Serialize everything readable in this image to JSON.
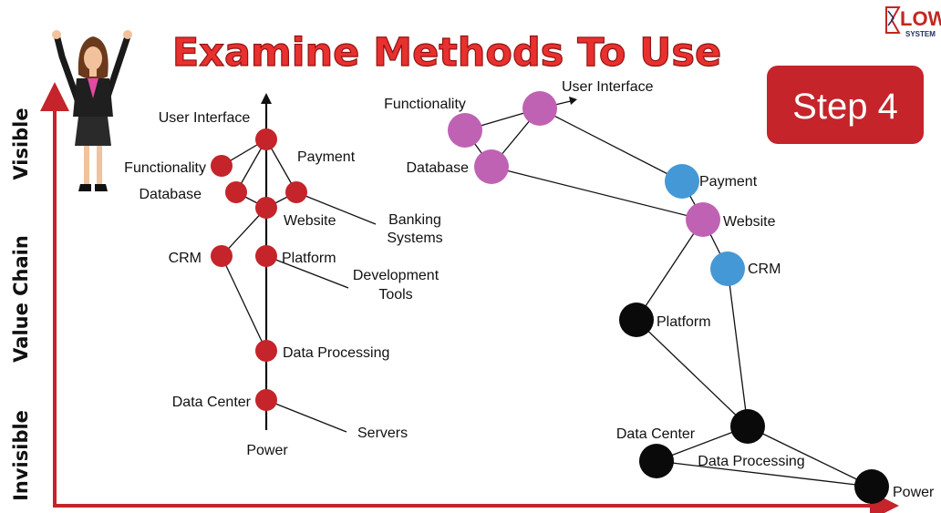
{
  "title": "Examine Methods To Use",
  "step_badge": "Step 4",
  "logo": {
    "main": "LOW",
    "sub": "SYSTEM"
  },
  "axis": {
    "visible": "Visible",
    "value_chain": "Value Chain",
    "invisible": "Invisible"
  },
  "colors": {
    "red": "#c4242a",
    "magenta": "#c062b4",
    "blue": "#4598d6",
    "black": "#0a0a0a",
    "title": "#e8302e",
    "badge": "#c4242a"
  },
  "left_map": {
    "axis_bottom_label": "Power",
    "nodes": [
      {
        "id": "user-interface",
        "label": "User Interface"
      },
      {
        "id": "functionality",
        "label": "Functionality"
      },
      {
        "id": "database",
        "label": "Database"
      },
      {
        "id": "payment",
        "label": "Payment"
      },
      {
        "id": "website",
        "label": "Website"
      },
      {
        "id": "crm",
        "label": "CRM"
      },
      {
        "id": "platform",
        "label": "Platform"
      },
      {
        "id": "data-processing",
        "label": "Data Processing"
      },
      {
        "id": "data-center",
        "label": "Data Center"
      }
    ],
    "extra_labels": [
      {
        "id": "banking",
        "lines": [
          "Banking",
          "Systems"
        ]
      },
      {
        "id": "dev-tools",
        "lines": [
          "Development",
          "Tools"
        ]
      },
      {
        "id": "servers",
        "lines": [
          "Servers"
        ]
      }
    ]
  },
  "right_map": {
    "nodes": [
      {
        "id": "user-interface",
        "label": "User Interface",
        "color": "magenta"
      },
      {
        "id": "functionality",
        "label": "Functionality",
        "color": "magenta"
      },
      {
        "id": "database",
        "label": "Database",
        "color": "magenta"
      },
      {
        "id": "payment",
        "label": "Payment",
        "color": "blue"
      },
      {
        "id": "website",
        "label": "Website",
        "color": "magenta"
      },
      {
        "id": "crm",
        "label": "CRM",
        "color": "blue"
      },
      {
        "id": "platform",
        "label": "Platform",
        "color": "black"
      },
      {
        "id": "data-processing",
        "label": "Data Processing",
        "color": "black"
      },
      {
        "id": "data-center",
        "label": "Data Center",
        "color": "black"
      },
      {
        "id": "power",
        "label": "Power",
        "color": "black"
      }
    ]
  }
}
